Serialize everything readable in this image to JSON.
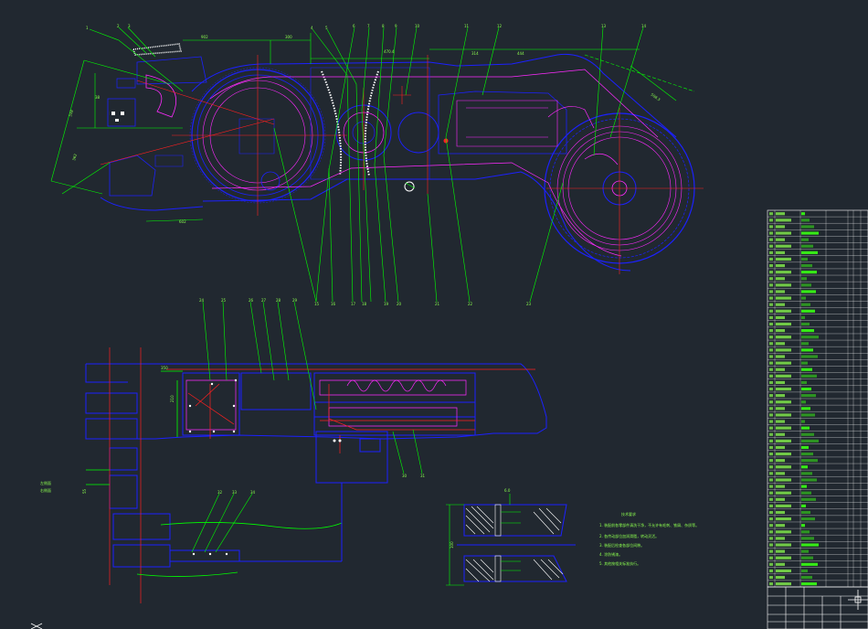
{
  "drawing": {
    "background": "#212830",
    "colors": {
      "outline": "#1c21ff",
      "centerline": "#ff2020",
      "leader": "#00ff00",
      "hidden": "#ff2bff",
      "white": "#ffffff",
      "text": "#8cff4f"
    }
  },
  "notes": {
    "title": "技术要求",
    "lines": [
      "1. 装配前各零部件清洗干净，不允许有毛刺、铁屑、杂质等。",
      "2. 各传动部位加润滑脂，转动灵活。",
      "3. 装配后检查各部位间隙。",
      "4. 涂防锈漆。",
      "5. 其他按相关标准执行。"
    ]
  },
  "side_label": {
    "lines": [
      "左侧面",
      "右侧面"
    ]
  },
  "icons": {
    "cursor": "crosshair-icon",
    "ucs": "ucs-cross-icon"
  }
}
